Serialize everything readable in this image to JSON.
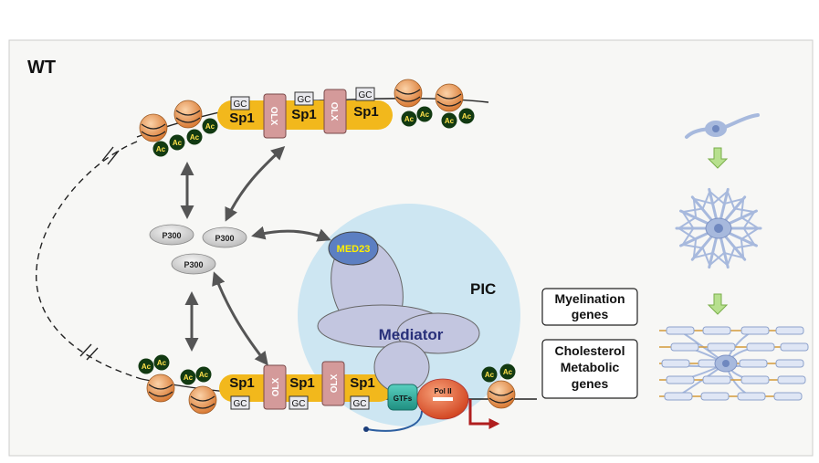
{
  "panel_label": "WT",
  "sp1_label": "Sp1",
  "gc_label": "GC",
  "olx_label": "OLX",
  "ac_label": "Ac",
  "p300_label": "P300",
  "med23_label": "MED23",
  "mediator_label": "Mediator",
  "pic_label": "PIC",
  "gtfs_label": "GTFs",
  "pol2_label": "Pol II",
  "gene_box_1": {
    "line1": "Myelination",
    "line2": "genes"
  },
  "gene_box_2": {
    "line1": "Cholesterol",
    "line2": "Metabolic",
    "line3": "genes"
  },
  "colors": {
    "background": "#f7f7f5",
    "border": "#c8c8c8",
    "sp1": "#f2b81c",
    "olx": "#d49a9a",
    "nucleosome": "#e89a5a",
    "ac": "#123a12",
    "ac_text": "#ffe24a",
    "pic_circle": "#cde6f2",
    "mediator": "#c3c6e0",
    "med23": "#5c7fc2",
    "med23_text": "#ffee00",
    "mediator_text": "#28307a",
    "gtfs": "#2ab3a3",
    "pol2": "#e0502a",
    "tss_arrow": "#b01e1e",
    "cell": "#a7b9dd",
    "arrow_green": "#9acc6a",
    "myelin_orange": "#d49a3a"
  }
}
